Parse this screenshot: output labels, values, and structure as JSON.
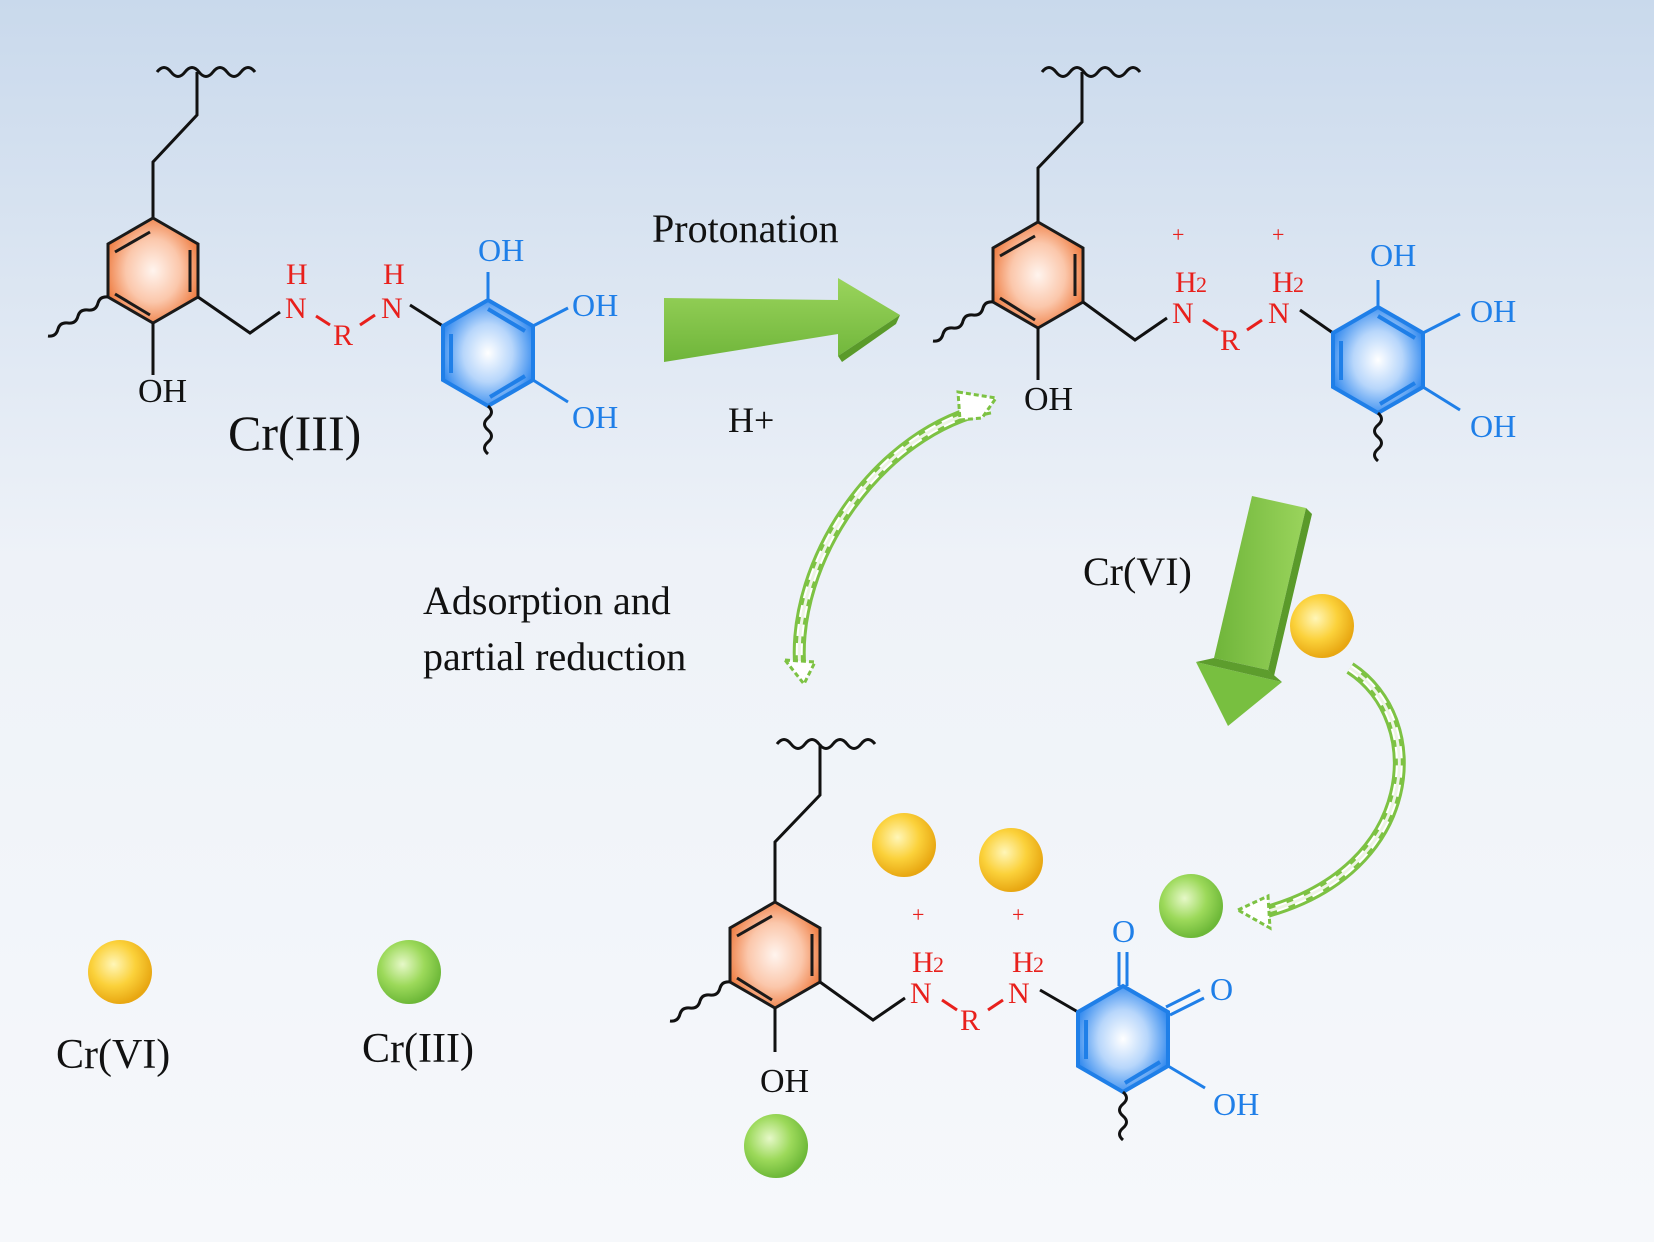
{
  "labels": {
    "protonation": "Protonation",
    "h_plus": "H+",
    "cr_vi_arrow": "Cr(VI)",
    "adsorption_line1": "Adsorption and",
    "adsorption_line2": "partial reduction",
    "mol1_cr_iii": "Cr(III)"
  },
  "legend": [
    {
      "label": "Cr(VI)",
      "color": "#f5c220"
    },
    {
      "label": "Cr(III)",
      "color": "#8fd24a"
    }
  ],
  "atoms": {
    "oh": "OH",
    "h": "H",
    "n": "N",
    "r": "R",
    "h2": "H",
    "sub2": "2",
    "plus": "+",
    "o": "O"
  },
  "colors": {
    "phenol_ring": "#f08550",
    "catechol_ring": "#3a8ff0",
    "amine": "#e8201c",
    "hydroxyl": "#1f7fe8",
    "arrow": "#7dc243",
    "cr_vi": "#f5c220",
    "cr_iii": "#8fd24a",
    "background_top": "#c9d9ec"
  }
}
